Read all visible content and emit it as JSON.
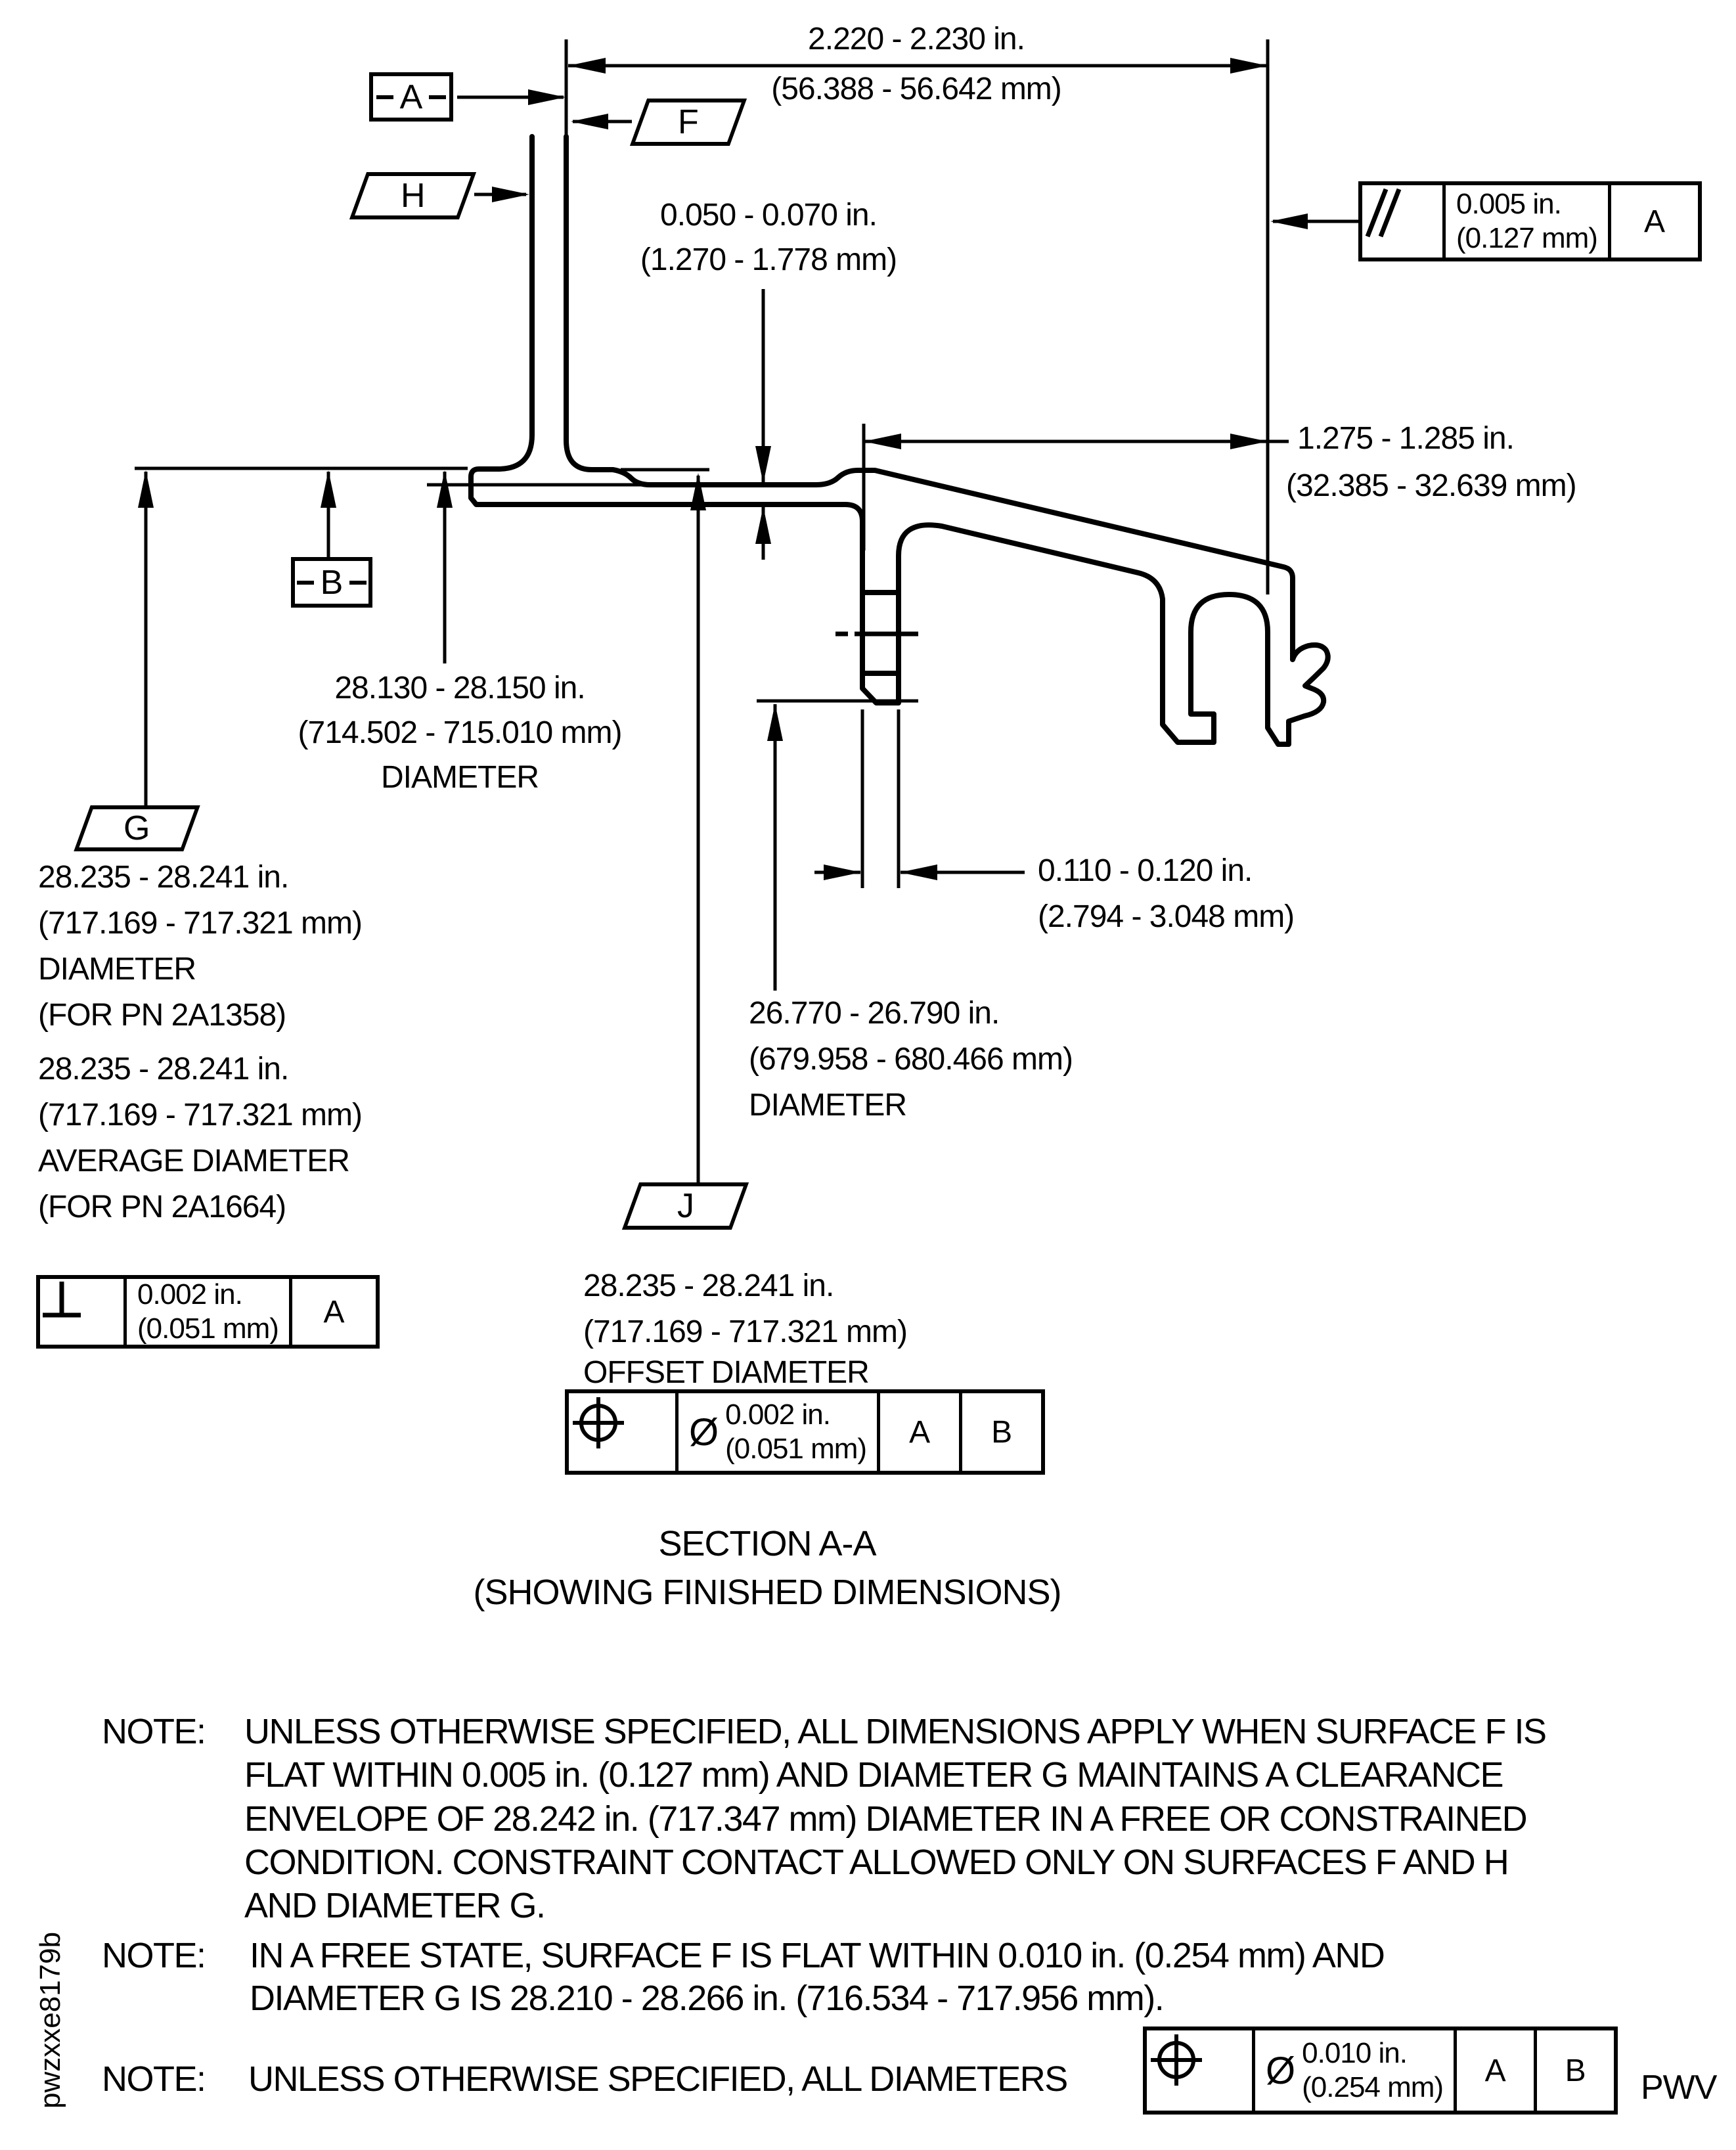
{
  "drawing": {
    "section_title": "SECTION A-A",
    "section_subtitle": "(SHOWING FINISHED DIMENSIONS)",
    "doc_number": "pwzxxe8179b",
    "page_code": "PWV"
  },
  "datum_flags": {
    "a": "A",
    "b": "B",
    "f": "F",
    "g": "G",
    "h": "H",
    "j": "J"
  },
  "dimensions": {
    "overall_width": {
      "in": "2.220 - 2.230 in.",
      "mm": "(56.388  - 56.642 mm)"
    },
    "plate_thickness": {
      "in": "0.050 - 0.070 in.",
      "mm": "(1.270 - 1.778 mm)"
    },
    "rim_depth": {
      "in": "1.275 - 1.285 in.",
      "mm": "(32.385 - 32.639 mm)"
    },
    "diameter_b": {
      "in": "28.130 - 28.150 in.",
      "mm": "(714.502 - 715.010 mm)",
      "label": "DIAMETER"
    },
    "diameter_g_1": {
      "in": "28.235 - 28.241 in.",
      "mm": "(717.169 - 717.321 mm)",
      "label": "DIAMETER",
      "applies_to": "(FOR PN 2A1358)"
    },
    "diameter_g_2": {
      "in": "28.235 - 28.241 in.",
      "mm": "(717.169 - 717.321 mm)",
      "label": "AVERAGE DIAMETER",
      "applies_to": "(FOR PN 2A1664)"
    },
    "wall_width": {
      "in": "0.110 - 0.120 in.",
      "mm": "(2.794 - 3.048 mm)"
    },
    "diameter_inner": {
      "in": "26.770 - 26.790 in.",
      "mm": "(679.958 - 680.466 mm)",
      "label": "DIAMETER"
    },
    "diameter_offset": {
      "in": "28.235 - 28.241 in.",
      "mm": "(717.169 - 717.321 mm)",
      "label": "OFFSET DIAMETER"
    }
  },
  "feature_controls": {
    "parallelism": {
      "tol_in": "0.005 in.",
      "tol_mm": "(0.127 mm)",
      "datums": [
        "A"
      ]
    },
    "perpendicularity": {
      "tol_in": "0.002 in.",
      "tol_mm": "(0.051 mm)",
      "datums": [
        "A"
      ]
    },
    "position_offset": {
      "modifier": "Ø",
      "tol_in": "0.002 in.",
      "tol_mm": "(0.051 mm)",
      "datums": [
        "A",
        "B"
      ]
    },
    "position_all_dia": {
      "modifier": "Ø",
      "tol_in": "0.010 in.",
      "tol_mm": "(0.254 mm)",
      "datums": [
        "A",
        "B"
      ]
    }
  },
  "notes": [
    {
      "label": "NOTE:",
      "lines": [
        "UNLESS OTHERWISE SPECIFIED, ALL DIMENSIONS APPLY WHEN SURFACE F IS",
        "FLAT WITHIN 0.005 in. (0.127 mm) AND DIAMETER G MAINTAINS A CLEARANCE",
        "ENVELOPE OF 28.242 in. (717.347 mm) DIAMETER IN A FREE OR CONSTRAINED",
        "CONDITION. CONSTRAINT CONTACT ALLOWED ONLY ON SURFACES F AND H",
        "AND DIAMETER G."
      ]
    },
    {
      "label": "NOTE:",
      "lines": [
        "IN A FREE STATE, SURFACE F IS FLAT WITHIN 0.010 in. (0.254 mm) AND",
        "DIAMETER G IS 28.210 - 28.266 in. (716.534 - 717.956 mm)."
      ]
    },
    {
      "label": "NOTE:",
      "lines": [
        "UNLESS OTHERWISE SPECIFIED, ALL DIAMETERS"
      ]
    }
  ]
}
